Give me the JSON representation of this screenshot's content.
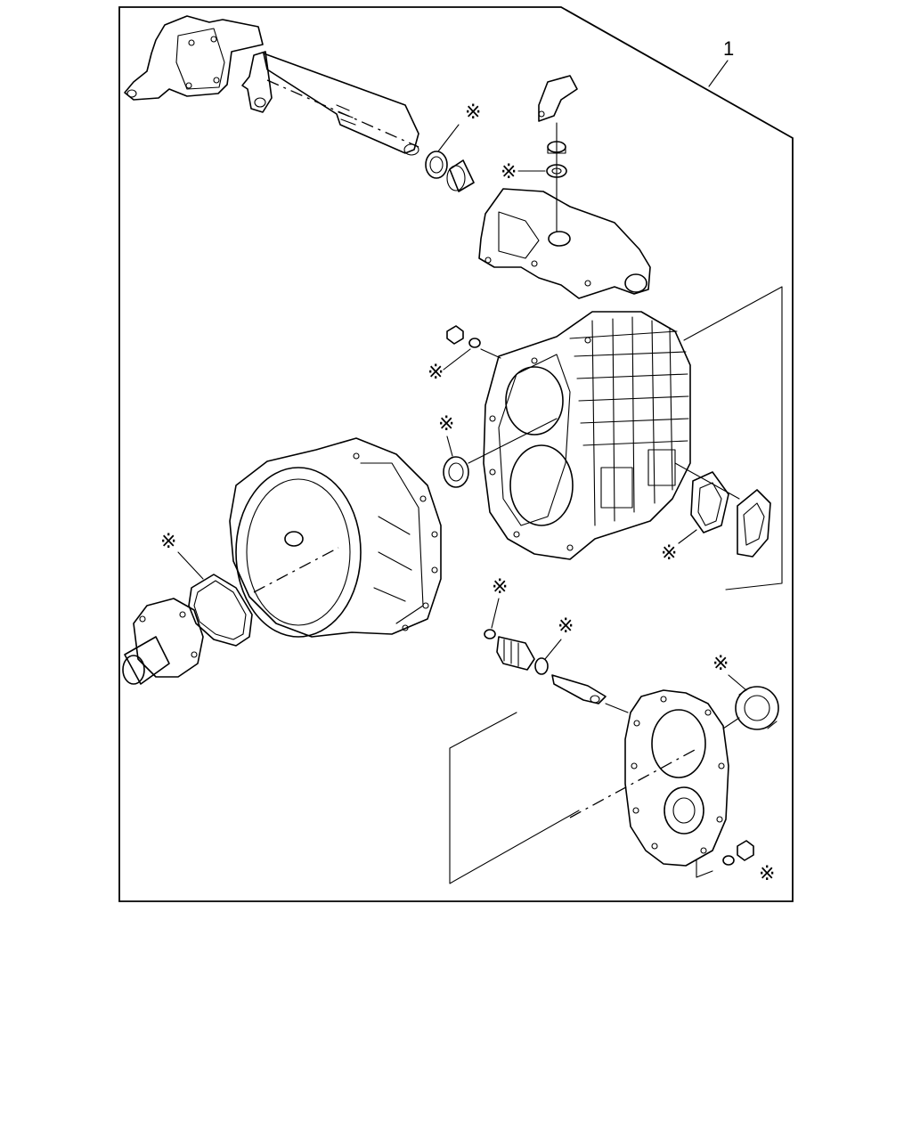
{
  "diagram": {
    "reference_number": "1",
    "kit_marker": "※",
    "marked_parts": [
      "shift-shaft-seal",
      "cover-gasket-washer",
      "case-plug-washer",
      "input-shaft-seal",
      "bell-housing-gasket",
      "pto-cover-gasket",
      "sensor-washer",
      "sensor-o-ring",
      "rear-cover-seal",
      "rear-cover-plug-washer"
    ]
  }
}
